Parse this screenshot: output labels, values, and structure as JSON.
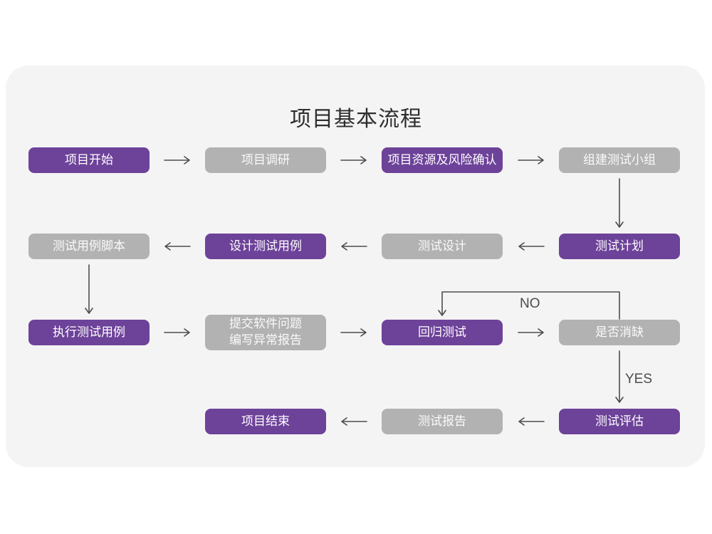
{
  "title": "项目基本流程",
  "colors": {
    "accent_purple": "#6D4299",
    "node_gray": "#B2B2B2",
    "card_background": "#F5F4F5",
    "arrow": "#4C4C4C"
  },
  "edge_labels": {
    "no": "NO",
    "yes": "YES"
  },
  "nodes": {
    "start": {
      "label": "项目开始",
      "style": "purple"
    },
    "research": {
      "label": "项目调研",
      "style": "gray"
    },
    "resource_risk": {
      "label": "项目资源及风险确认",
      "style": "purple"
    },
    "build_team": {
      "label": "组建测试小组",
      "style": "gray"
    },
    "test_plan": {
      "label": "测试计划",
      "style": "purple"
    },
    "test_design": {
      "label": "测试设计",
      "style": "gray"
    },
    "design_cases": {
      "label": "设计测试用例",
      "style": "purple"
    },
    "case_script": {
      "label": "测试用例脚本",
      "style": "gray"
    },
    "execute_cases": {
      "label": "执行测试用例",
      "style": "purple"
    },
    "submit_issues": {
      "label": "提交软件问题\n编写异常报告",
      "style": "gray"
    },
    "regression": {
      "label": "回归测试",
      "style": "purple"
    },
    "defect_check": {
      "label": "是否消缺",
      "style": "gray"
    },
    "evaluation": {
      "label": "测试评估",
      "style": "purple"
    },
    "test_report": {
      "label": "测试报告",
      "style": "gray"
    },
    "end": {
      "label": "项目结束",
      "style": "purple"
    }
  },
  "edges": [
    {
      "from": "start",
      "to": "research"
    },
    {
      "from": "research",
      "to": "resource_risk"
    },
    {
      "from": "resource_risk",
      "to": "build_team"
    },
    {
      "from": "build_team",
      "to": "test_plan"
    },
    {
      "from": "test_plan",
      "to": "test_design"
    },
    {
      "from": "test_design",
      "to": "design_cases"
    },
    {
      "from": "design_cases",
      "to": "case_script"
    },
    {
      "from": "case_script",
      "to": "execute_cases"
    },
    {
      "from": "execute_cases",
      "to": "submit_issues"
    },
    {
      "from": "submit_issues",
      "to": "regression"
    },
    {
      "from": "regression",
      "to": "defect_check"
    },
    {
      "from": "defect_check",
      "to": "regression",
      "label": "NO"
    },
    {
      "from": "defect_check",
      "to": "evaluation",
      "label": "YES"
    },
    {
      "from": "evaluation",
      "to": "test_report"
    },
    {
      "from": "test_report",
      "to": "end"
    }
  ]
}
